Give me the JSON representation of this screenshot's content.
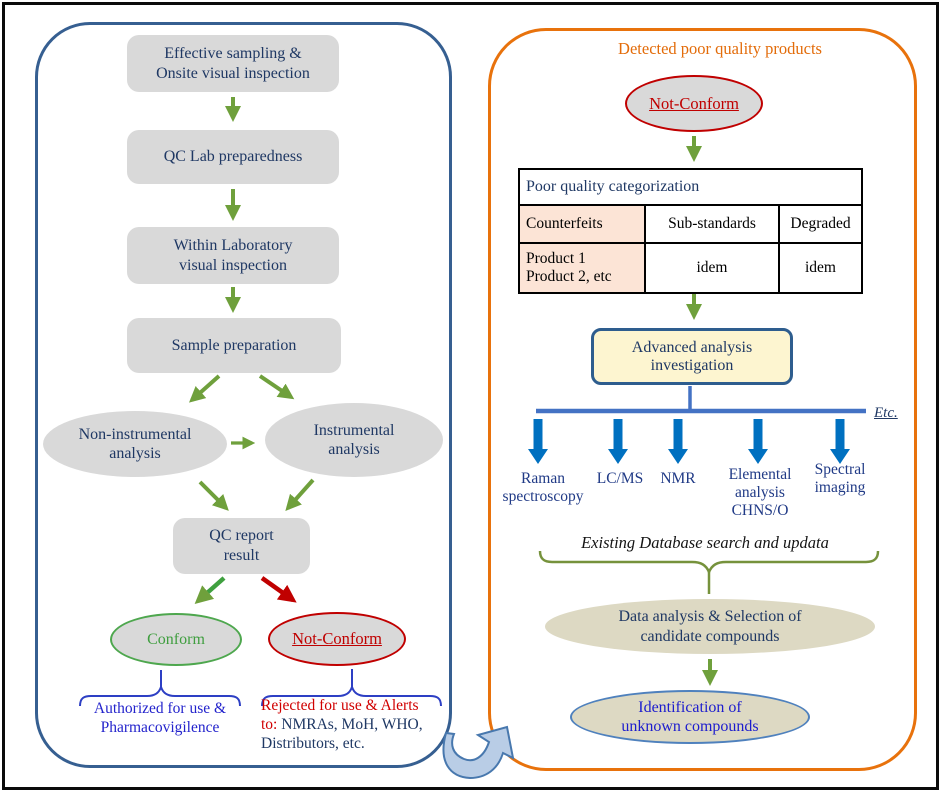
{
  "colors": {
    "navy_text": "#1F3864",
    "green_arrow": "#6FA03C",
    "red": "#C00000",
    "orange_panel": "#E8720C",
    "orange_title": "#E36C0A",
    "left_panel_border": "#365F91",
    "blue_note_text": "#2323CC",
    "block_arrow_blue": "#0070C0",
    "distribution_line_blue": "#4472C4",
    "box_gray": "#D9D9D9",
    "peach": "#FCE4D6",
    "cream": "#FDF5D0",
    "tan": "#DDD9C3",
    "conform_green": "#4EA74E",
    "identification_text_blue": "#1C1CCE"
  },
  "left_panel": {
    "steps": [
      "Effective sampling &\nOnsite visual inspection",
      "QC Lab preparedness",
      "Within Laboratory\nvisual inspection",
      "Sample preparation"
    ],
    "non_instrumental": "Non-instrumental\nanalysis",
    "instrumental": "Instrumental\nanalysis",
    "qc_report": "QC report\nresult",
    "conform": "Conform",
    "not_conform": "Not-Conform",
    "authorized": "Authorized for use &\nPharmacovigilence",
    "rejected_line1": "Rejected for use & Alerts",
    "rejected_line2_red": "to:",
    "rejected_line2_rest": " NMRAs, MoH, WHO,",
    "rejected_line3": "Distributors, etc."
  },
  "right_panel": {
    "title": "Detected poor quality products",
    "not_conform": "Not-Conform",
    "table": {
      "header": "Poor quality categorization",
      "columns": [
        "Counterfeits",
        "Sub-standards",
        "Degraded"
      ],
      "row": [
        "Product 1\nProduct 2, etc",
        "idem",
        "idem"
      ]
    },
    "advanced_box": "Advanced analysis\ninvestigation",
    "etc": "Etc.",
    "techniques": [
      "Raman\nspectroscopy",
      "LC/MS",
      "NMR",
      "Elemental\nanalysis\nCHNS/O",
      "Spectral\nimaging"
    ],
    "database_note": "Existing Database search and updata",
    "data_analysis": "Data analysis & Selection of\ncandidate compounds",
    "identification": "Identification of\nunknown compounds"
  }
}
